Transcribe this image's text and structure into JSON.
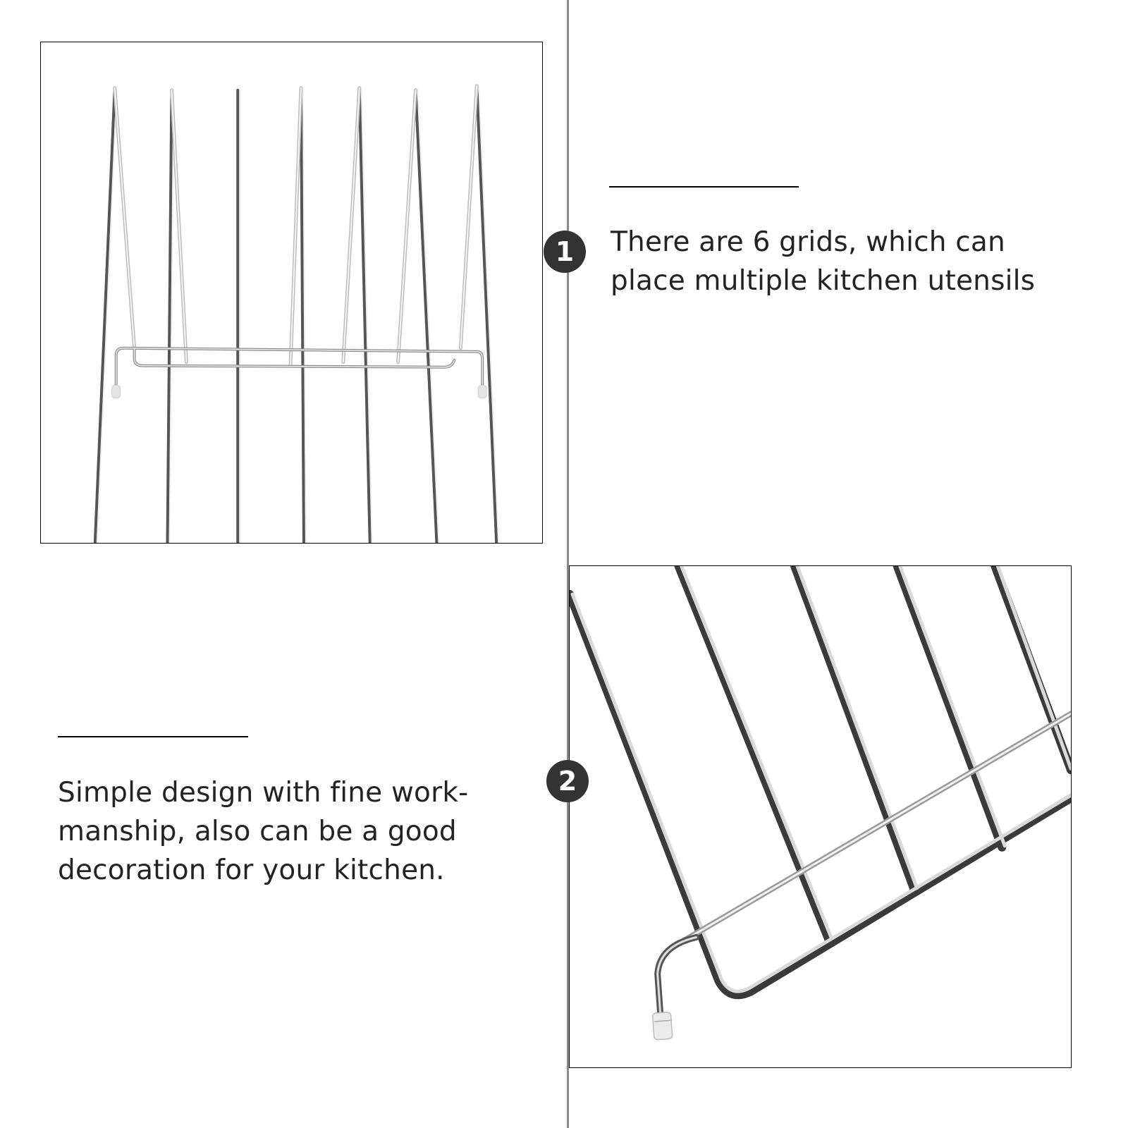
{
  "panels": [
    {
      "badge": "1",
      "image_alt": "Stainless steel wire dish rack, front view showing 7 upright wire loops",
      "caption": " There are 6 grids, which can\nplace multiple kitchen utensils"
    },
    {
      "badge": "2",
      "image_alt": "Close-up of stainless steel wire rack base with rubber foot cap",
      "caption": "Simple design with fine work-\nmanship, also can be a good\ndecoration for your kitchen."
    }
  ],
  "colors": {
    "badge_bg": "#333333",
    "badge_text": "#ffffff",
    "divider": "#8a8a8a",
    "text": "#232323",
    "frame_border": "#000000"
  }
}
